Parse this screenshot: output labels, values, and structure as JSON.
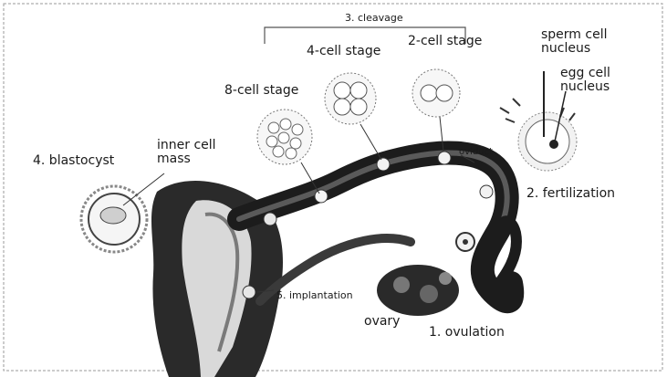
{
  "labels": {
    "cleavage": "3. cleavage",
    "four_cell": "4-cell stage",
    "two_cell": "2-cell stage",
    "eight_cell": "8-cell stage",
    "sperm_nucleus": "sperm cell\nnucleus",
    "egg_nucleus": "egg cell\nnucleus",
    "oviduct": "oviduct",
    "blastocyst": "4. blastocyst",
    "inner_cell_mass": "inner cell\nmass",
    "fertilization": "2. fertilization",
    "implantation": "5. implantation",
    "ovary": "ovary",
    "ovulation": "1. ovulation"
  },
  "colors": {
    "tissue_dark": "#1c1c1c",
    "tissue_mid": "#5a5a5a",
    "wall_light": "#d9d9d9",
    "cell_fill": "#f2f2f2"
  }
}
